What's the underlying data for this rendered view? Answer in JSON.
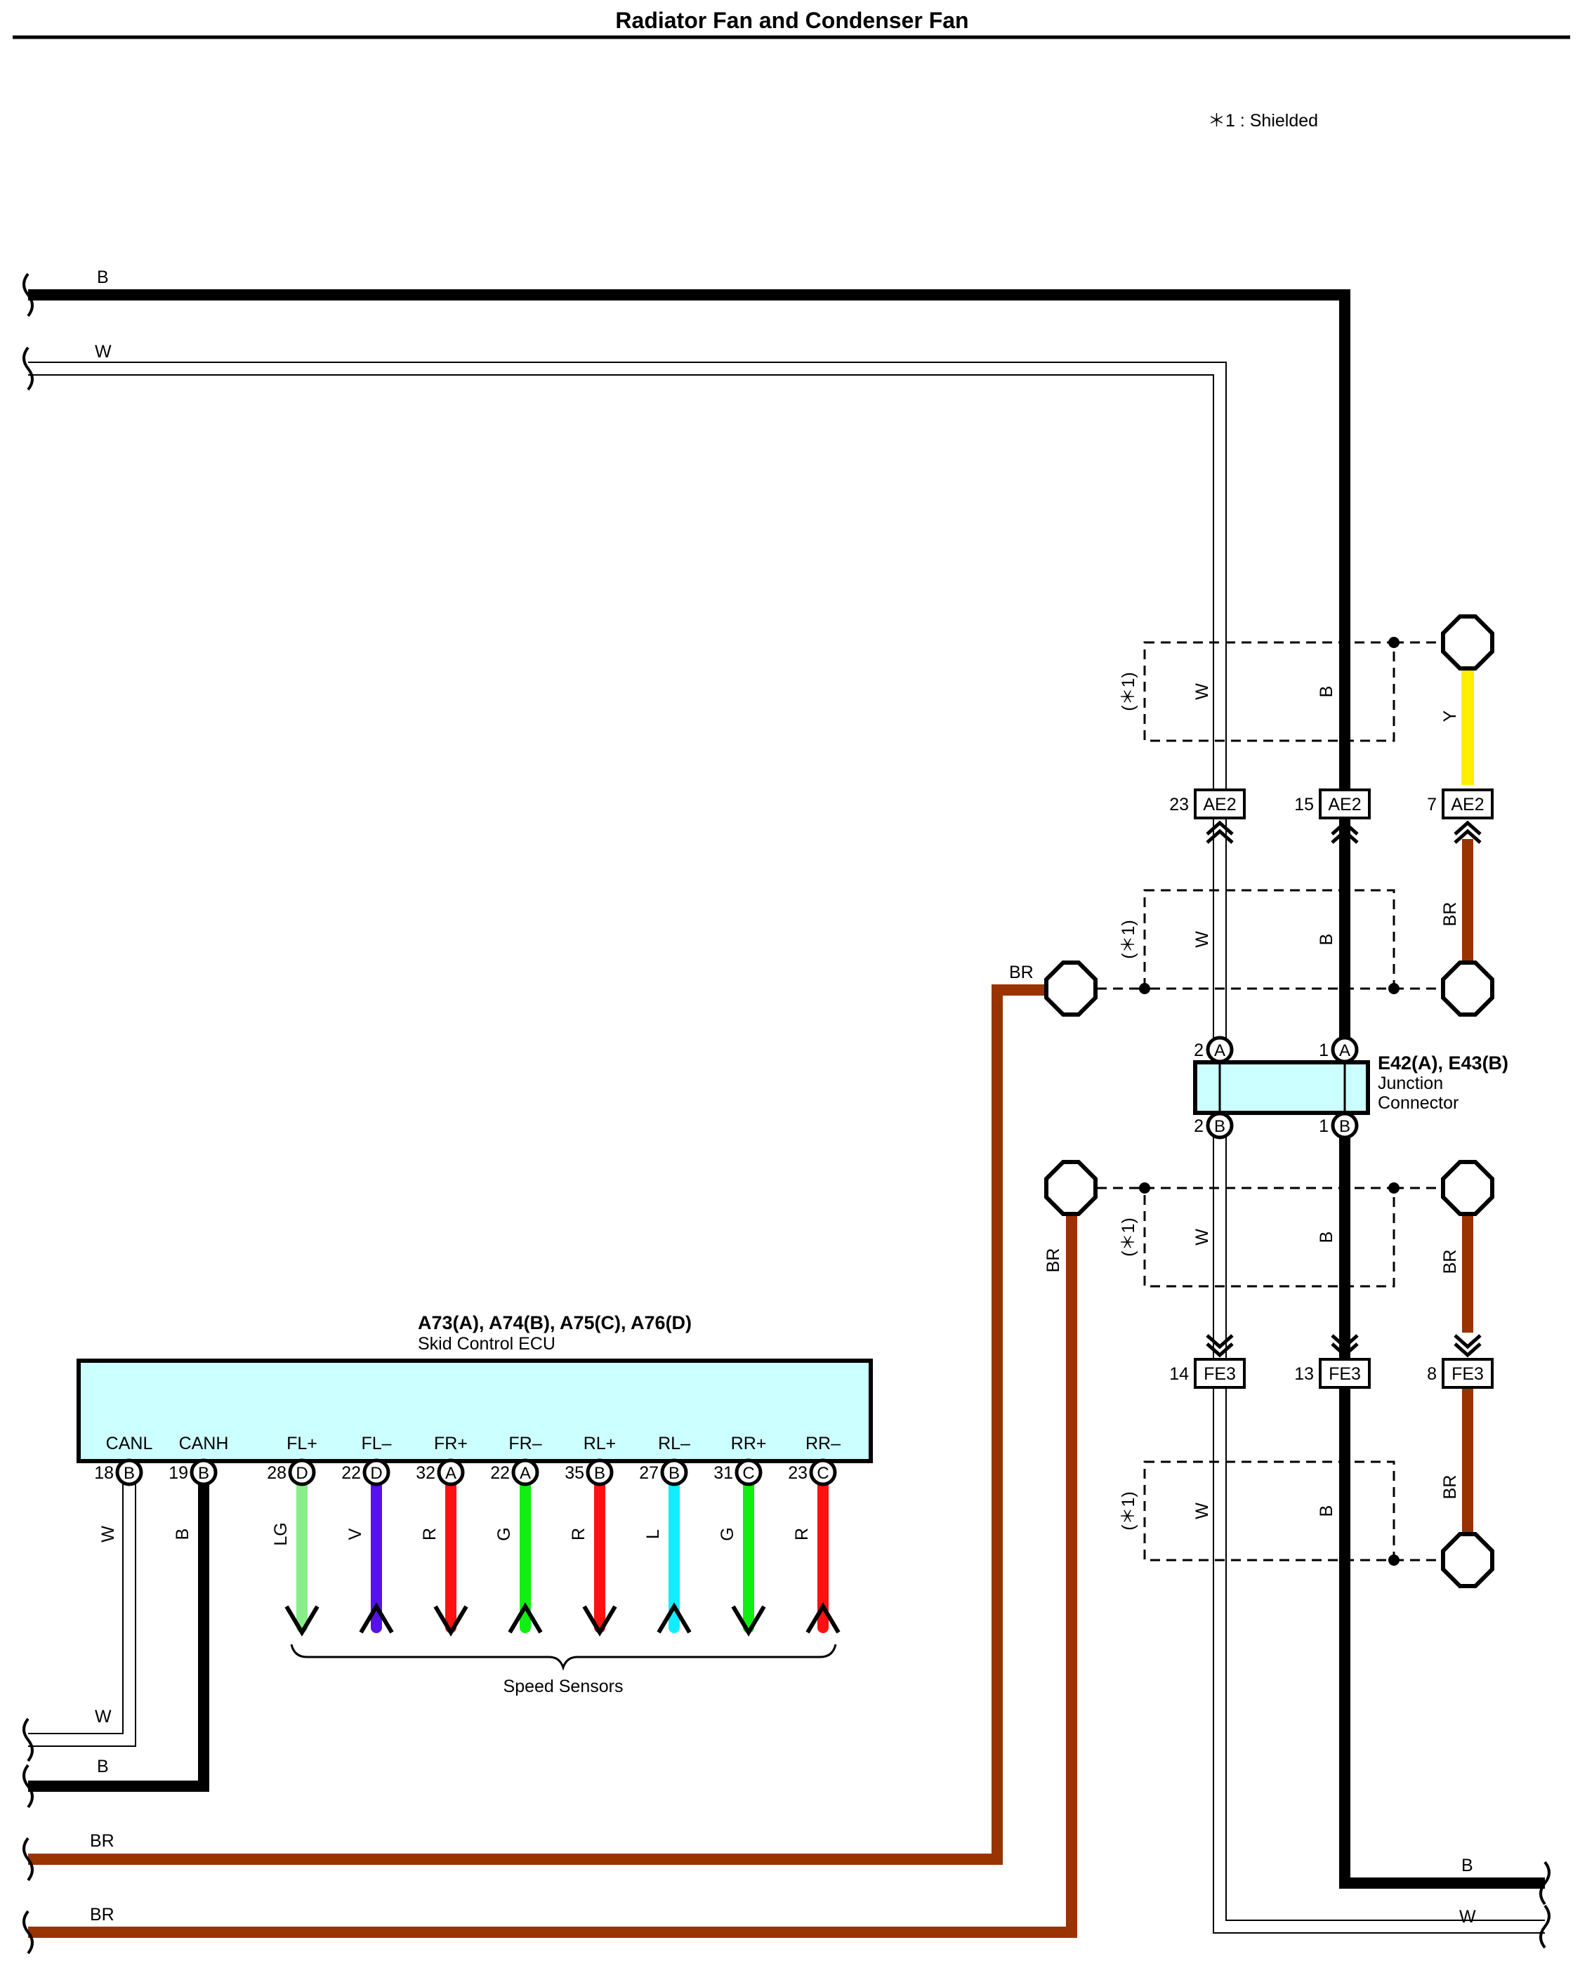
{
  "title": "Radiator Fan and Condenser Fan",
  "note": "＊1 : Shielded",
  "shield_label": "(＊1)",
  "colors": {
    "B": "#000000",
    "W": "#ffffff",
    "BR": "#993300",
    "Y": "#ffee00",
    "LG": "#88ee88",
    "V": "#5511ee",
    "R": "#ff1111",
    "G": "#11ee11",
    "L": "#11eeff",
    "box_fill": "#ccffff"
  },
  "wire_labels": {
    "b": "B",
    "w": "W",
    "br": "BR",
    "y": "Y"
  },
  "connectors": {
    "ae2": {
      "name": "AE2",
      "pins": [
        "23",
        "15",
        "7"
      ]
    },
    "fe3": {
      "name": "FE3",
      "pins": [
        "14",
        "13",
        "8"
      ]
    }
  },
  "junction": {
    "title": "E42(A), E43(B)",
    "line1": "Junction",
    "line2": "Connector",
    "pins": [
      {
        "num": "2",
        "letter": "A"
      },
      {
        "num": "1",
        "letter": "A"
      },
      {
        "num": "2",
        "letter": "B"
      },
      {
        "num": "1",
        "letter": "B"
      }
    ]
  },
  "ecu": {
    "title": "A73(A), A74(B), A75(C), A76(D)",
    "subtitle": "Skid Control ECU",
    "pins": [
      {
        "label": "CANL",
        "num": "18",
        "letter": "B",
        "wire": "W"
      },
      {
        "label": "CANH",
        "num": "19",
        "letter": "B",
        "wire": "B"
      },
      {
        "label": "FL+",
        "num": "28",
        "letter": "D",
        "wire": "LG"
      },
      {
        "label": "FL–",
        "num": "22",
        "letter": "D",
        "wire": "V"
      },
      {
        "label": "FR+",
        "num": "32",
        "letter": "A",
        "wire": "R"
      },
      {
        "label": "FR–",
        "num": "22",
        "letter": "A",
        "wire": "G"
      },
      {
        "label": "RL+",
        "num": "35",
        "letter": "B",
        "wire": "R"
      },
      {
        "label": "RL–",
        "num": "27",
        "letter": "B",
        "wire": "L"
      },
      {
        "label": "RR+",
        "num": "31",
        "letter": "C",
        "wire": "G"
      },
      {
        "label": "RR–",
        "num": "23",
        "letter": "C",
        "wire": "R"
      }
    ]
  },
  "speed_sensors": "Speed Sensors"
}
